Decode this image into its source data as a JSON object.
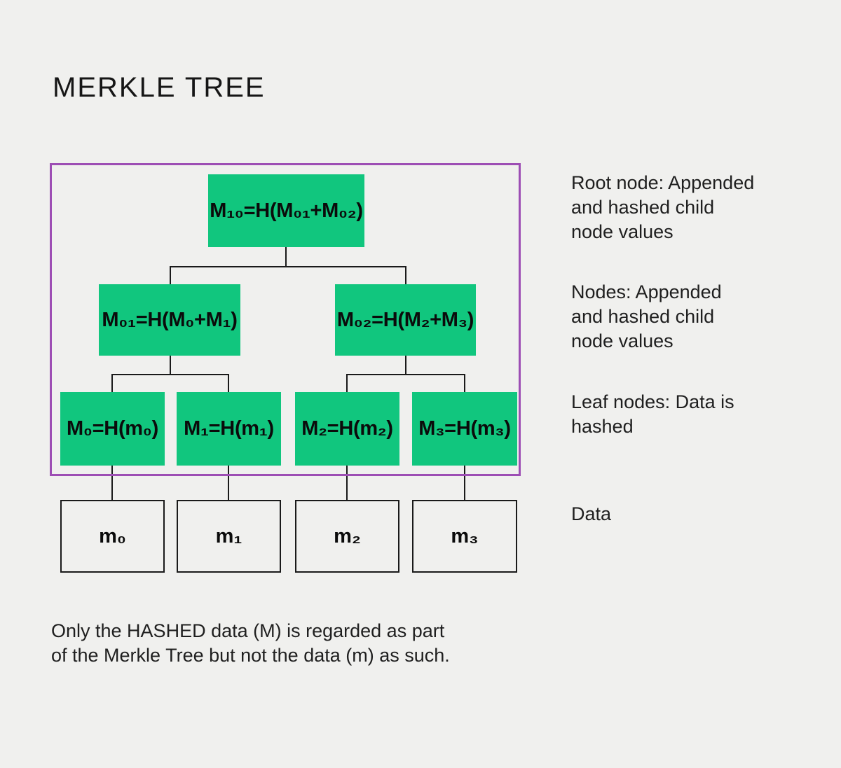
{
  "title": "MERKLE TREE",
  "colors": {
    "background": "#F0F0EE",
    "node_green": "#11C67E",
    "frame_purple": "#9D4EB4",
    "line_black": "#1A1A1A",
    "text_dark": "#1F1F1F"
  },
  "tree": {
    "root": {
      "label": "M₁₀=H(M₀₁+M₀₂)"
    },
    "branch_nodes": [
      {
        "label": "M₀₁=H(M₀+M₁)"
      },
      {
        "label": "M₀₂=H(M₂+M₃)"
      }
    ],
    "leaf_nodes": [
      {
        "label": "M₀=H(m₀)"
      },
      {
        "label": "M₁=H(m₁)"
      },
      {
        "label": "M₂=H(m₂)"
      },
      {
        "label": "M₃=H(m₃)"
      }
    ],
    "data_blocks": [
      {
        "label": "m₀"
      },
      {
        "label": "m₁"
      },
      {
        "label": "m₂"
      },
      {
        "label": "m₃"
      }
    ]
  },
  "annotations": [
    {
      "text": "Root node: Appended\nand hashed child\nnode values"
    },
    {
      "text": "Nodes: Appended\nand hashed child\nnode values"
    },
    {
      "text": "Leaf nodes: Data is\nhashed"
    },
    {
      "text": "Data"
    }
  ],
  "caption": "Only the HASHED data (M) is regarded as part\nof the Merkle Tree but not the data (m) as such."
}
